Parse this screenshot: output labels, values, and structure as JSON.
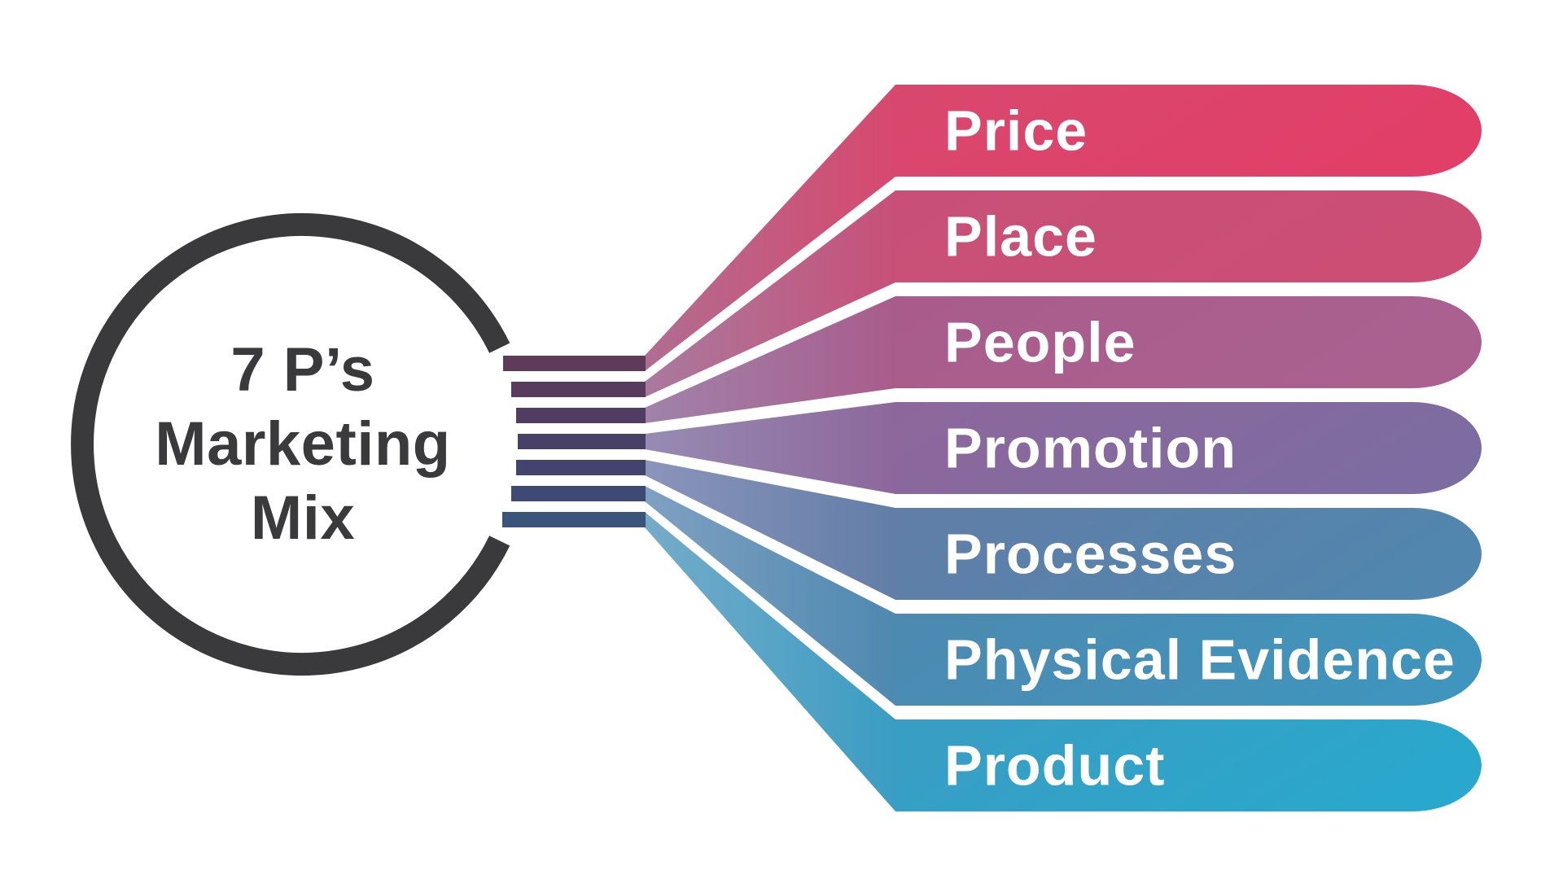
{
  "diagram": {
    "background_color": "#ffffff",
    "hub": {
      "title_line1": "7 P’s",
      "title_line2": "Marketing",
      "title_line3": "Mix",
      "ring_color": "#3a3a3c",
      "text_color": "#3a3a3c"
    },
    "label_color": "#ffffff",
    "items": [
      {
        "label": "Price",
        "stripe_color": "#5e3b58",
        "beam_left": "#b06d92",
        "bar_left": "#d8486e",
        "bar_right": "#e13f68"
      },
      {
        "label": "Place",
        "stripe_color": "#573c5d",
        "beam_left": "#a97a9e",
        "bar_left": "#c85078",
        "bar_right": "#cc4e75"
      },
      {
        "label": "People",
        "stripe_color": "#503e62",
        "beam_left": "#a083aa",
        "bar_left": "#a95c8c",
        "bar_right": "#aa6190"
      },
      {
        "label": "Promotion",
        "stripe_color": "#494067",
        "beam_left": "#978bb3",
        "bar_left": "#8d679c",
        "bar_right": "#7d6ca1"
      },
      {
        "label": "Processes",
        "stripe_color": "#42446d",
        "beam_left": "#8c94bb",
        "bar_left": "#617ea7",
        "bar_right": "#5186ae"
      },
      {
        "label": "Physical Evidence",
        "stripe_color": "#3e4a73",
        "beam_left": "#80a0c2",
        "bar_left": "#4d89b0",
        "bar_right": "#3f95bd"
      },
      {
        "label": "Product",
        "stripe_color": "#3b5479",
        "beam_left": "#76abc9",
        "bar_left": "#3a9dc3",
        "bar_right": "#2aa7cc"
      }
    ]
  }
}
